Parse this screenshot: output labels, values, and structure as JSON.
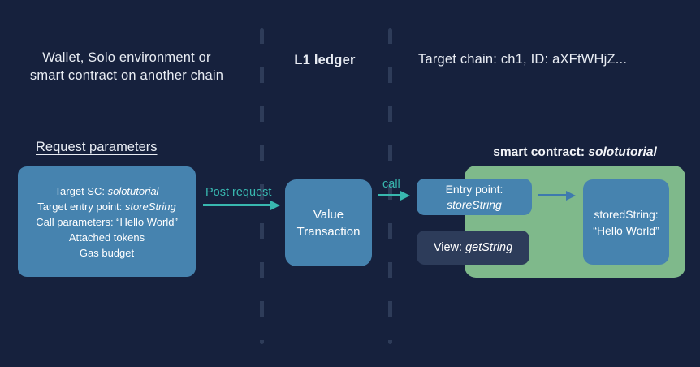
{
  "colors": {
    "background": "#16213d",
    "panel_blue": "#4683af",
    "panel_green": "#7fb98b",
    "panel_dark_navy": "#2d3c5a",
    "arrow_teal": "#38b7af",
    "arrow_blue": "#3e7aae",
    "divider": "#2e3c59",
    "text_light": "#e9edf4"
  },
  "columns": {
    "left": {
      "title_line1": "Wallet, Solo environment or",
      "title_line2": "smart contract on another chain"
    },
    "middle": {
      "title": "L1 ledger"
    },
    "right": {
      "title": "Target chain: ch1, ID: aXFtWHjZ..."
    }
  },
  "request": {
    "heading": "Request parameters",
    "box": {
      "line1_label": "Target SC: ",
      "line1_value": "solotutorial",
      "line2_label": "Target entry point: ",
      "line2_value": "storeString",
      "line3": "Call parameters: “Hello World”",
      "line4": "Attached tokens",
      "line5": "Gas budget"
    }
  },
  "flow": {
    "post_request_label": "Post request",
    "value_box_label": "Value Transaction",
    "call_label": "call"
  },
  "contract": {
    "heading_label": "smart contract: ",
    "heading_value": "solotutorial",
    "entry_point_label": "Entry point:",
    "entry_point_value": "storeString",
    "view_label": "View: ",
    "view_value": "getString",
    "stored_label": "storedString:",
    "stored_value": "“Hello World”"
  }
}
